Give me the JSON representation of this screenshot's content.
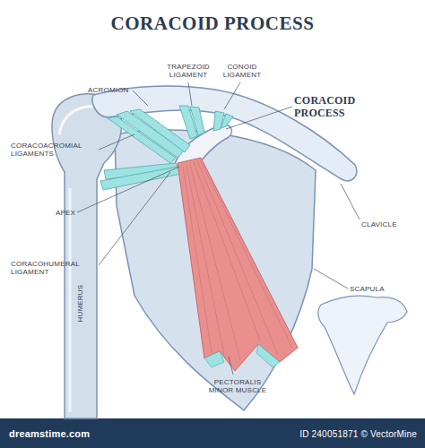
{
  "diagram": {
    "title": "CORACOID PROCESS",
    "labels": [
      "ACROMION",
      "TRAPEZOID LIGAMENT",
      "CONOID LIGAMENT",
      "CORACOID PROCESS",
      "CORACOACROMIAL LIGAMENTS",
      "APEX",
      "CLAVICLE",
      "CORACOHUMERAL LIGAMENT",
      "HUMERUS",
      "SCAPULA",
      "PECTORALIS MINOR MUSCLE",
      "dreamstime.com",
      "ID 240051871 © VectorMine"
    ]
  }
}
